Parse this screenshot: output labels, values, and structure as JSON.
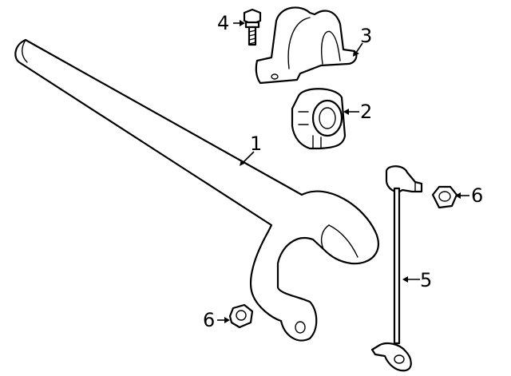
{
  "callouts": [
    {
      "id": "1",
      "label": "1"
    },
    {
      "id": "2",
      "label": "2"
    },
    {
      "id": "3",
      "label": "3"
    },
    {
      "id": "4",
      "label": "4"
    },
    {
      "id": "5",
      "label": "5"
    },
    {
      "id": "6a",
      "label": "6"
    },
    {
      "id": "6b",
      "label": "6"
    }
  ],
  "colors": {
    "line": "#000000",
    "background": "#ffffff"
  }
}
